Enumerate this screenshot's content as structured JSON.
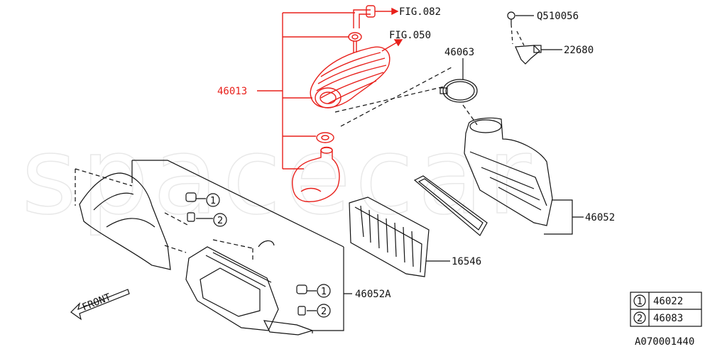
{
  "watermark": "spacecar",
  "callouts": {
    "fig082": "FIG.082",
    "fig050": "FIG.050",
    "q510056": "Q510056",
    "p22680": "22680",
    "p46063": "46063",
    "p46013": "46013",
    "p46052": "46052",
    "p16546": "16546",
    "p46052a": "46052A",
    "front": "FRONT"
  },
  "markers": {
    "one": "1",
    "two": "2"
  },
  "legend": {
    "rows": [
      {
        "key": "1",
        "part": "46022"
      },
      {
        "key": "2",
        "part": "46083"
      }
    ]
  },
  "diagram_id": "A070001440",
  "colors": {
    "highlight": "#e8201b",
    "line": "#111111",
    "watermark": "#e8e8e8"
  }
}
